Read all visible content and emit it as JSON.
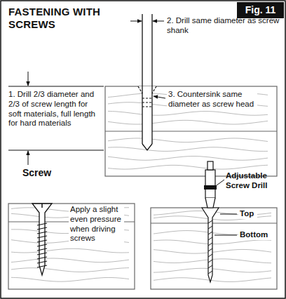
{
  "diagram": {
    "title": "FASTENING WITH SCREWS",
    "labels": [
      "Fig. 11",
      "1. Drill 2/3 diameter and 2/3 of screw length for soft materials, full length for hard materials",
      "2. Drill same diameter as screw shank",
      "3. Countersink same diameter as screw head",
      "Screw",
      "Apply a slight even pressure when driving screws",
      "Adjustable Screw Drill",
      "Top",
      "Bottom"
    ]
  }
}
